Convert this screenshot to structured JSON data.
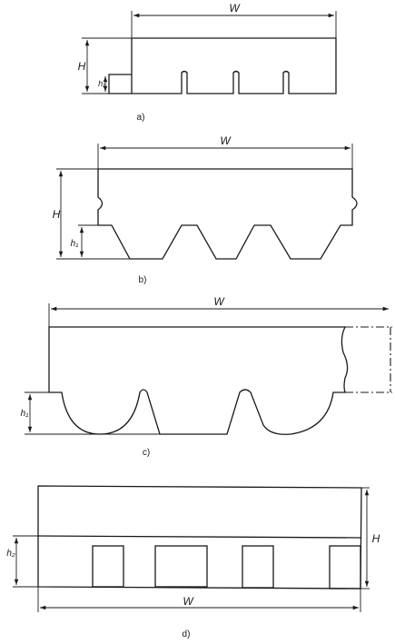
{
  "figures": {
    "a": {
      "caption": "a)",
      "width_label": "W",
      "height_label": "H",
      "cut_label": "h₁"
    },
    "b": {
      "caption": "b)",
      "width_label": "W",
      "height_label": "H",
      "cut_label": "h₁"
    },
    "c": {
      "caption": "c)",
      "width_label": "W",
      "cut_label": "h₁"
    },
    "d": {
      "caption": "d)",
      "width_label": "W",
      "height_label": "H",
      "cut_label": "h₂"
    }
  },
  "colors": {
    "line": "#1a1a1a",
    "background": "#ffffff"
  }
}
